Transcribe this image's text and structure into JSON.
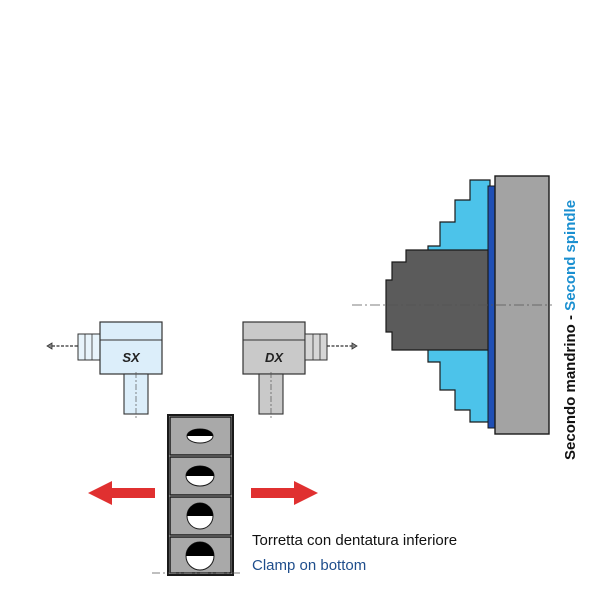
{
  "spindle": {
    "label_it": "Secondo mandrino",
    "separator": " - ",
    "label_en": "Second spindle",
    "label_it_color": "#111111",
    "label_en_color": "#1a8fd0"
  },
  "tools": {
    "left_code": "SX",
    "right_code": "DX"
  },
  "turret": {
    "label_it": "Torretta con dentatura inferiore",
    "label_en": "Clamp on bottom",
    "label_en_color": "#1f4e8c"
  },
  "colors": {
    "chuck_blue": "#4cc3ea",
    "spindle_gray": "#a3a3a3",
    "workpiece_dark": "#5b5b5b",
    "arrow_red": "#e03030",
    "left_tool_fill": "#dceefa",
    "right_tool_fill": "#c9c9c9"
  },
  "icons": {
    "left_arrow": "arrow-left-icon",
    "right_arrow": "arrow-right-icon"
  }
}
